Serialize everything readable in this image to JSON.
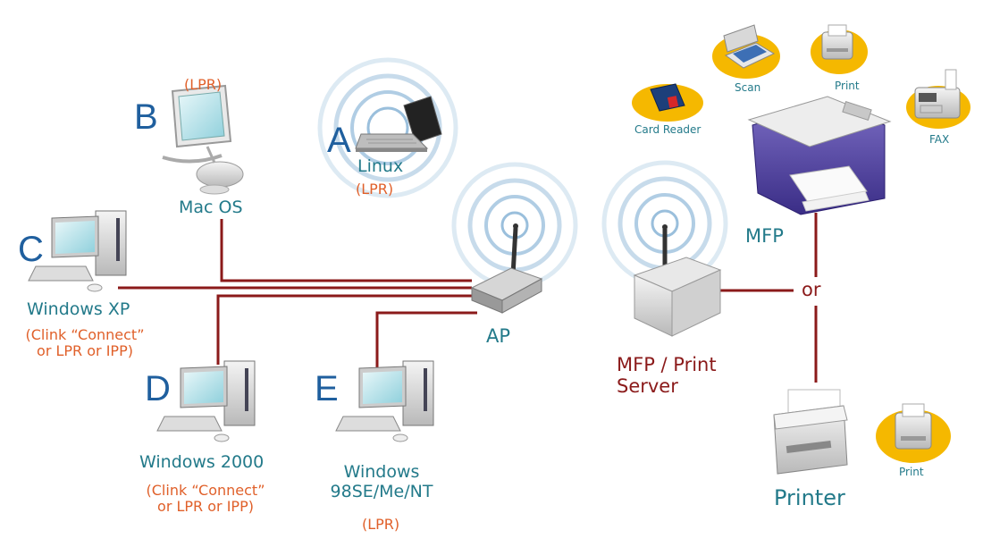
{
  "clients": {
    "a": {
      "letter": "A",
      "os": "Linux",
      "protocol": "(LPR)"
    },
    "b": {
      "letter": "B",
      "os": "Mac OS",
      "protocol": "(LPR)"
    },
    "c": {
      "letter": "C",
      "os": "Windows XP",
      "protocol_line1": "(Clink “Connect”",
      "protocol_line2": "or LPR or IPP)"
    },
    "d": {
      "letter": "D",
      "os": "Windows 2000",
      "protocol_line1": "(Clink “Connect”",
      "protocol_line2": "or LPR or IPP)"
    },
    "e": {
      "letter": "E",
      "os_line1": "Windows",
      "os_line2": "98SE/Me/NT",
      "protocol": "(LPR)"
    }
  },
  "devices": {
    "ap": "AP",
    "print_server_line1": "MFP / Print",
    "print_server_line2": "Server",
    "mfp": "MFP",
    "or": "or",
    "printer": "Printer"
  },
  "functions": {
    "card_reader": "Card Reader",
    "scan": "Scan",
    "print": "Print",
    "fax": "FAX",
    "printer_print": "Print"
  },
  "colors": {
    "cable": "#8b1a1a",
    "ring": "#8fb8d8",
    "badge": "#f5b800",
    "letter": "#1f5f9e",
    "label": "#237a8a",
    "protocol": "#e0602a"
  }
}
